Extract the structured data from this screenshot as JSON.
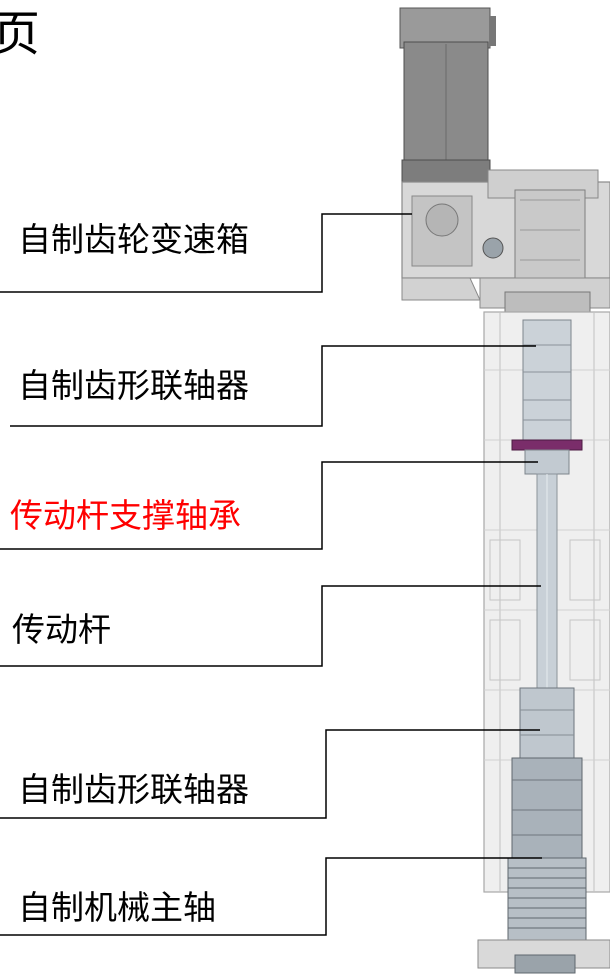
{
  "page": {
    "corner_char": "页"
  },
  "callouts": [
    {
      "text": "自制齿轮变速箱",
      "color": "#000000"
    },
    {
      "text": "自制齿形联轴器",
      "color": "#000000"
    },
    {
      "text": "传动杆支撑轴承",
      "color": "#ff0000"
    },
    {
      "text": "传动杆",
      "color": "#000000"
    },
    {
      "text": "自制齿形联轴器",
      "color": "#000000"
    },
    {
      "text": "自制机械主轴",
      "color": "#000000"
    }
  ],
  "colors": {
    "leader_line": "#000000",
    "machine_frame": "#c9c9c9",
    "motor": "#8a8a8a",
    "shaft": "#b8c2cc",
    "bearing_accent": "#7a2d6a"
  }
}
